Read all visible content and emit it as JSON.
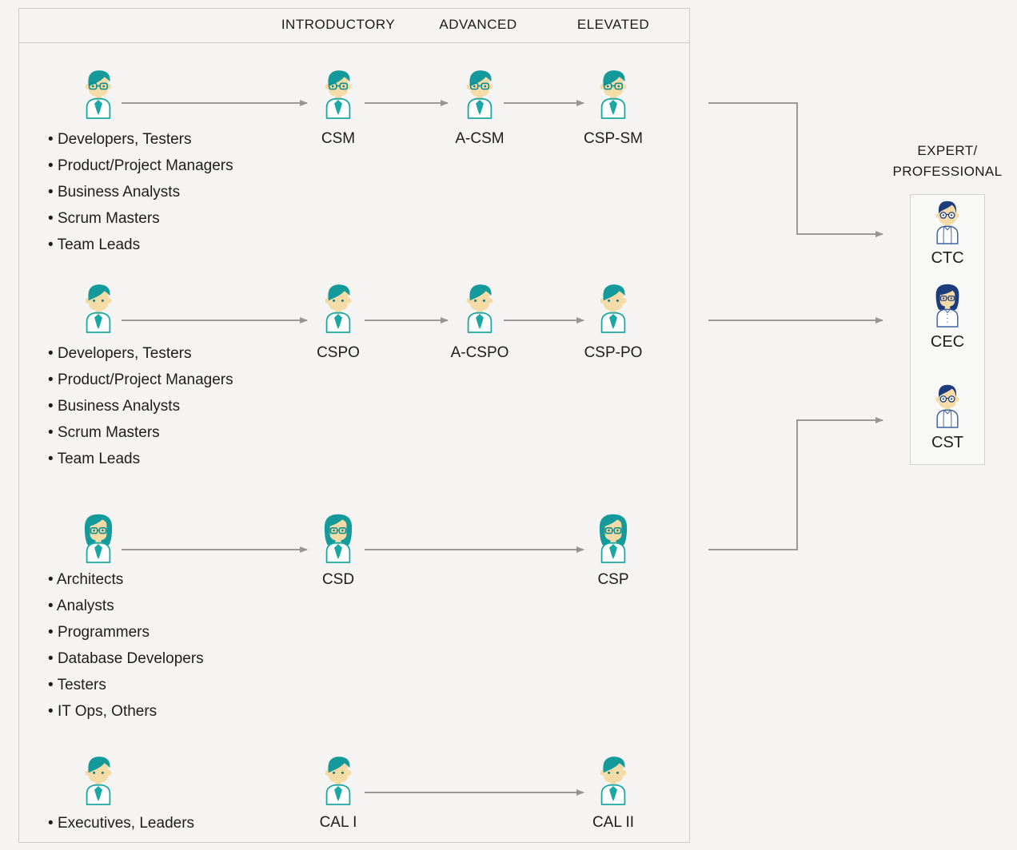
{
  "header": {
    "columns": [
      "INTRODUCTORY",
      "ADVANCED",
      "ELEVATED"
    ]
  },
  "rows": [
    {
      "bullets": [
        "Developers, Testers",
        "Product/Project Managers",
        "Business Analysts",
        "Scrum Masters",
        "Team Leads"
      ],
      "certs": [
        "CSM",
        "A-CSM",
        "CSP-SM"
      ]
    },
    {
      "bullets": [
        "Developers, Testers",
        "Product/Project Managers",
        "Business Analysts",
        "Scrum Masters",
        "Team Leads"
      ],
      "certs": [
        "CSPO",
        "A-CSPO",
        "CSP-PO"
      ]
    },
    {
      "bullets": [
        "Architects",
        "Analysts",
        "Programmers",
        "Database Developers",
        "Testers",
        "IT Ops, Others"
      ],
      "certs": [
        "CSD",
        "CSP"
      ]
    },
    {
      "bullets": [
        "Executives, Leaders"
      ],
      "certs": [
        "CAL I",
        "CAL II"
      ]
    }
  ],
  "expert": {
    "title1": "EXPERT/",
    "title2": "PROFESSIONAL",
    "items": [
      "CTC",
      "CEC",
      "CST"
    ]
  },
  "icons": {
    "row1": "person-male-glasses-teal",
    "row2": "person-male-teal",
    "row3": "person-female-glasses-teal",
    "row4": "person-male-teal",
    "ctc": "person-male-glasses-navy",
    "cec": "person-female-glasses-navy",
    "cst": "person-male-glasses-navy"
  },
  "colors": {
    "teal": "#1ba8a4",
    "teal_dark": "#159a9c",
    "navy": "#1d3c7c",
    "face_tan": "#f5dba6",
    "arrow_gray": "#9a9a9a",
    "border_gray": "#cbcbc9",
    "background": "#f5f4f2"
  }
}
